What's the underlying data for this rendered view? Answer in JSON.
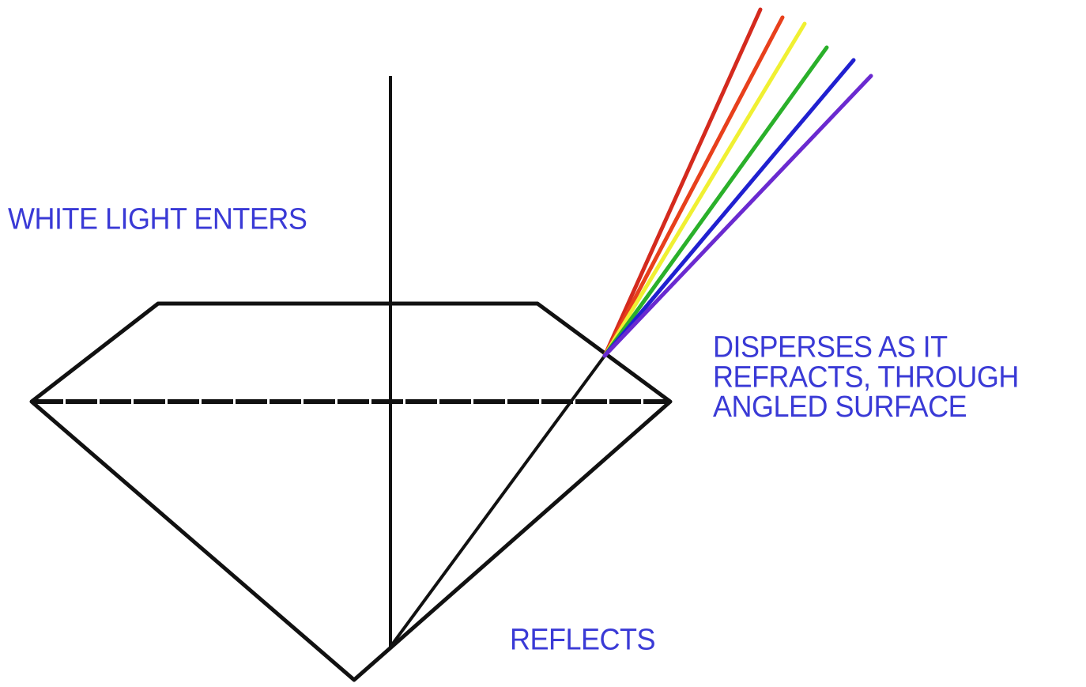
{
  "labels": {
    "white_light_enters": "WHITE LIGHT ENTERS",
    "disperses_line1": "DISPERSES AS IT",
    "disperses_line2": "REFRACTS, THROUGH",
    "disperses_line3": "ANGLED SURFACE",
    "reflects": "REFLECTS"
  },
  "colors": {
    "label_text": "#3a3ad6",
    "outline": "#111111",
    "ray_red_1": "#d42a1e",
    "ray_red_2": "#e8401c",
    "ray_yellow": "#f0f032",
    "ray_green": "#2ab02a",
    "ray_blue": "#2020d0",
    "ray_violet": "#6a2ad0"
  }
}
